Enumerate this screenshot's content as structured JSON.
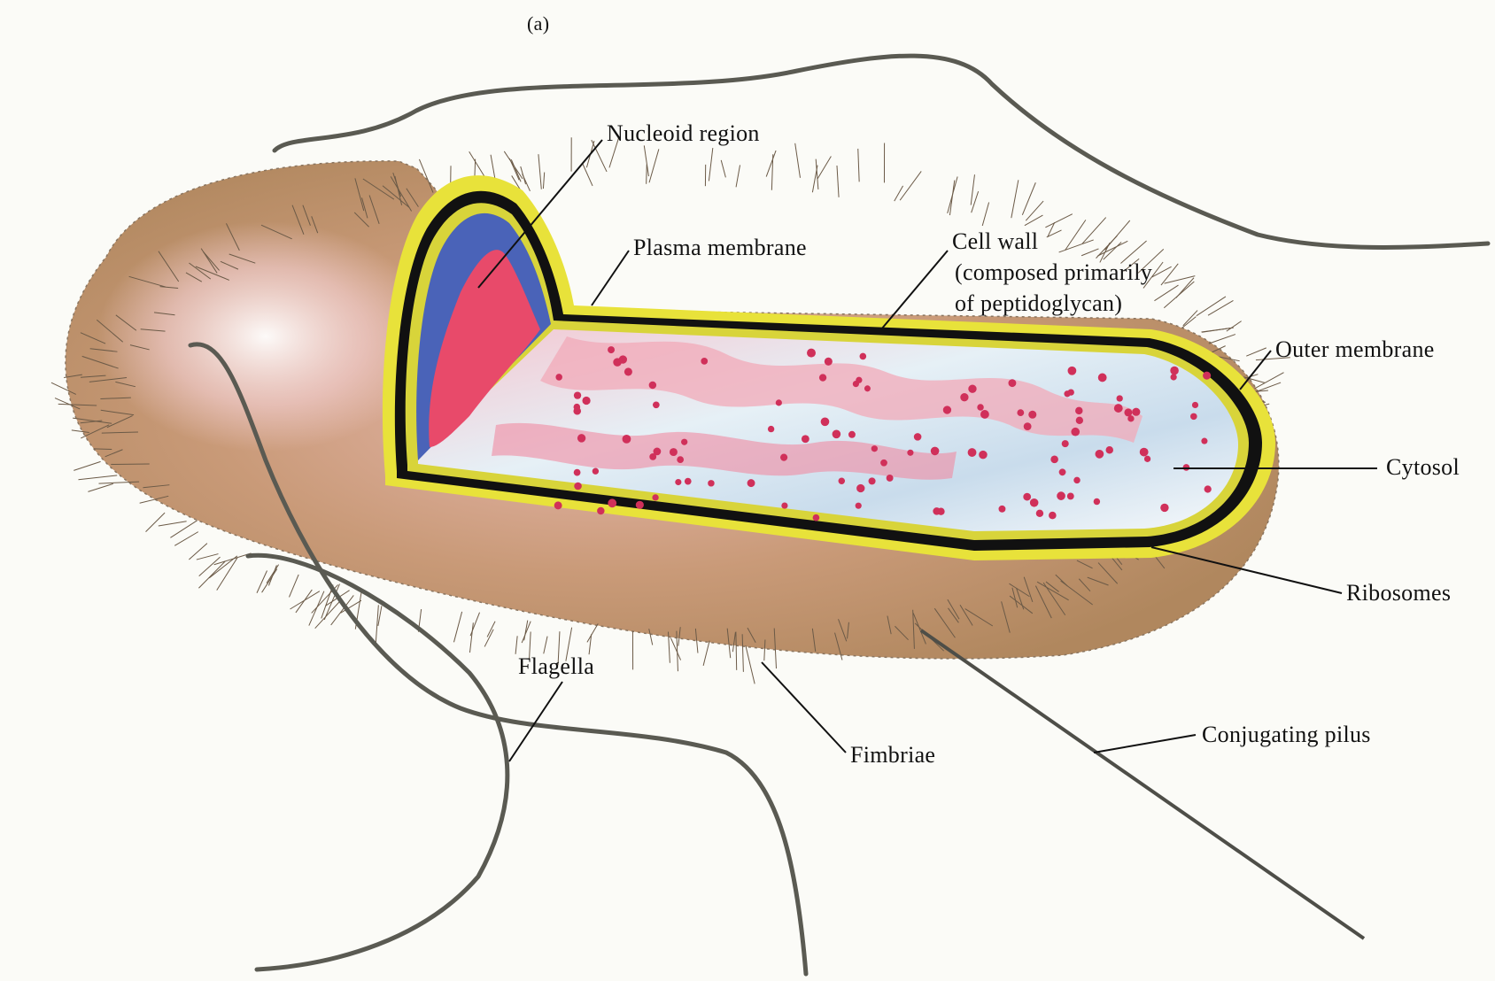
{
  "figure": {
    "panel_label": "(a)"
  },
  "labels": {
    "nucleoid_region": "Nucleoid region",
    "plasma_membrane": "Plasma membrane",
    "cell_wall": [
      "Cell wall",
      "(composed primarily",
      "of peptidoglycan)"
    ],
    "outer_membrane": "Outer membrane",
    "cytosol": "Cytosol",
    "ribosomes": "Ribosomes",
    "flagella": "Flagella",
    "fimbriae": "Fimbriae",
    "conjugating_pilus": "Conjugating pilus"
  },
  "colors": {
    "capsule": "#b88a62",
    "cell_wall": "#111111",
    "outer_membrane": "#e8e23a",
    "nucleoid": "#e84a6a",
    "nucleoid_bg": "#4a63b8",
    "cytosol": "#dde8f0",
    "ribosome": "#d0305a",
    "flagellum": "#5a5a52"
  }
}
